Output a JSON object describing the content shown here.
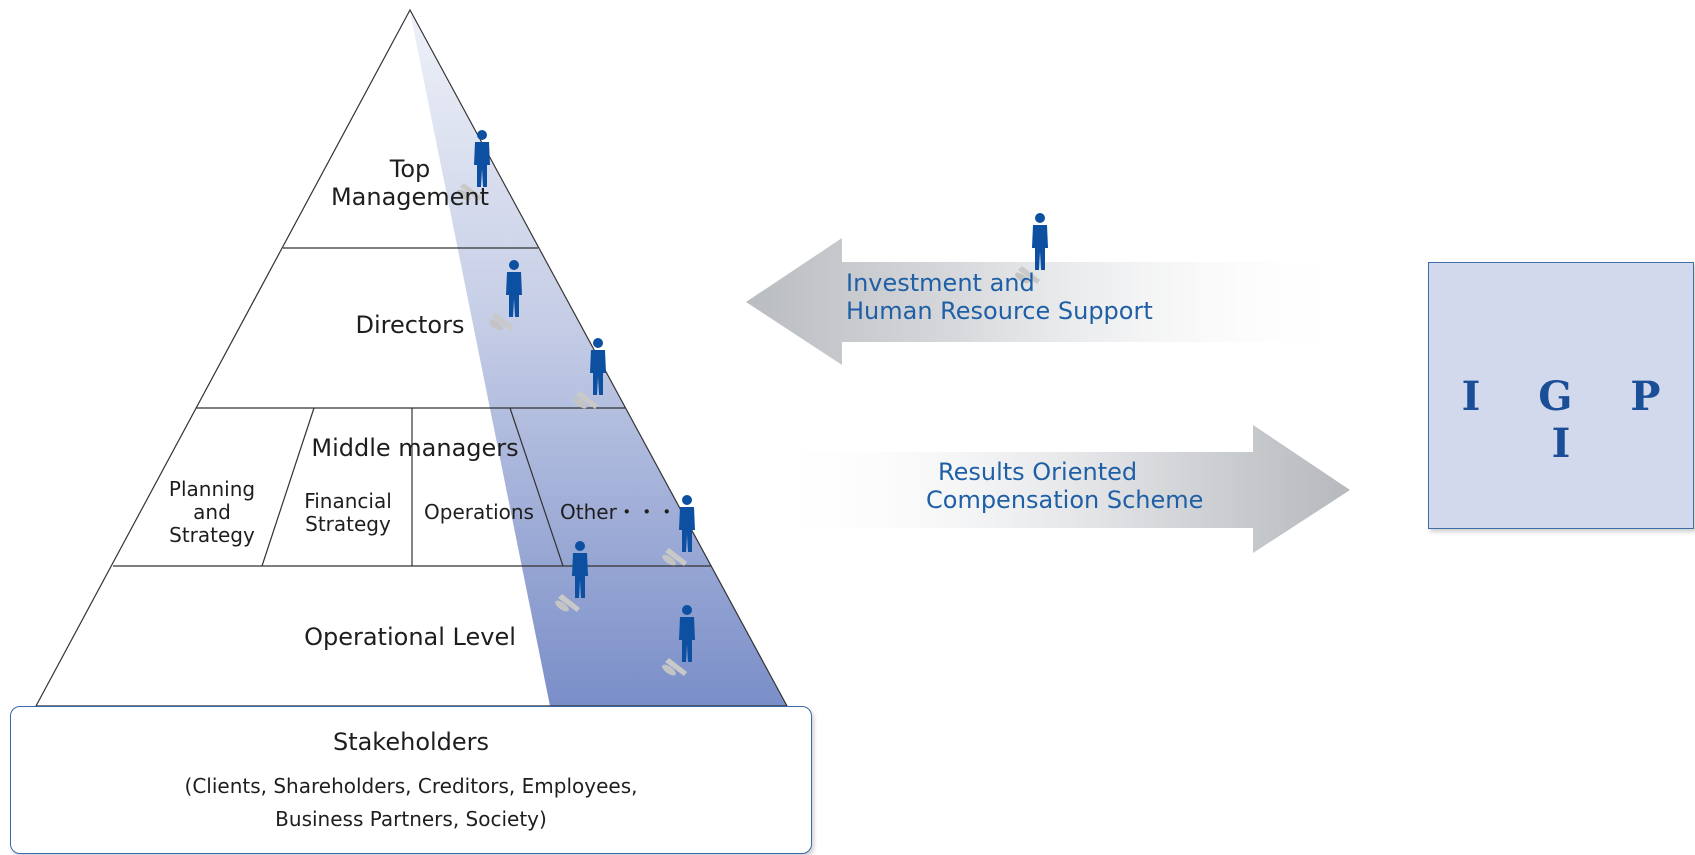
{
  "pyramid": {
    "top_management": {
      "line1": "Top",
      "line2": "Management"
    },
    "directors": "Directors",
    "middle_managers": {
      "title": "Middle managers",
      "planning": {
        "line1": "Planning",
        "line2": "and",
        "line3": "Strategy"
      },
      "financial": {
        "line1": "Financial",
        "line2": "Strategy"
      },
      "operations": "Operations",
      "other": "Other・・・"
    },
    "operational_level": "Operational Level"
  },
  "stakeholders": {
    "title": "Stakeholders",
    "line1": "(Clients, Shareholders, Creditors, Employees,",
    "line2": "Business Partners, Society)"
  },
  "arrows": {
    "support": {
      "line1": "Investment and",
      "line2": "Human Resource Support"
    },
    "compensation": {
      "line1": "Results Oriented",
      "line2": "Compensation Scheme"
    }
  },
  "igpi": {
    "label": "I G P I"
  },
  "colors": {
    "accent_blue": "#1f5fa6",
    "figure_blue": "#0d4fa0",
    "igpi_box": "#d3d9ec"
  },
  "icons": {
    "person": "person-silhouette-icon"
  }
}
